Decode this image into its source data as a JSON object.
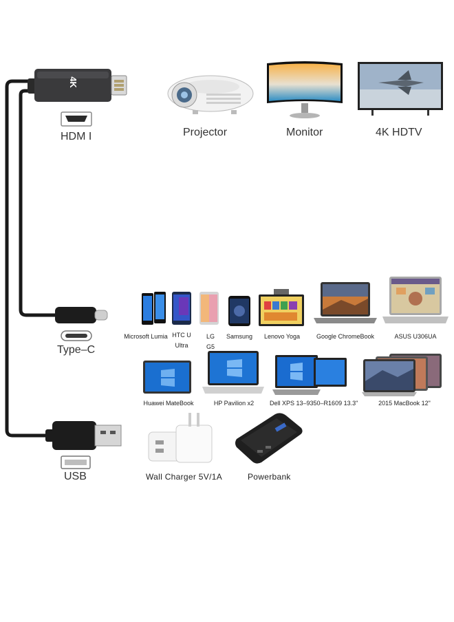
{
  "hdmi": {
    "badge": "4K",
    "port_label": "HDM I"
  },
  "displays": [
    {
      "label": "Projector",
      "icon": "projector-icon"
    },
    {
      "label": "Monitor",
      "icon": "monitor-icon"
    },
    {
      "label": "4K HDTV",
      "icon": "tv-icon"
    }
  ],
  "typec": {
    "port_label": "Type–C"
  },
  "devices_row1": [
    {
      "label_line1": "Microsoft Lumia",
      "label_line2": ""
    },
    {
      "label_line1": "HTC U",
      "label_line2": "Ultra"
    },
    {
      "label_line1": "LG",
      "label_line2": "G5"
    },
    {
      "label_line1": "Samsung",
      "label_line2": ""
    },
    {
      "label_line1": "Lenovo Yoga",
      "label_line2": ""
    },
    {
      "label_line1": "Google ChromeBook",
      "label_line2": ""
    },
    {
      "label_line1": "ASUS U306UA",
      "label_line2": ""
    }
  ],
  "devices_row2": [
    {
      "label": "Huawei MateBook"
    },
    {
      "label": "HP Pavilion x2"
    },
    {
      "label": "Dell XPS 13–9350–R1609 13.3\""
    },
    {
      "label": "2015 MacBook 12\""
    }
  ],
  "usb": {
    "port_label": "USB"
  },
  "power": [
    {
      "label": "Wall Charger 5V/1A"
    },
    {
      "label": "Powerbank"
    }
  ],
  "colors": {
    "cable": "#1a1a1a",
    "hdmi_body": "#3a3a3c",
    "accent_blue": "#2b7de0"
  }
}
